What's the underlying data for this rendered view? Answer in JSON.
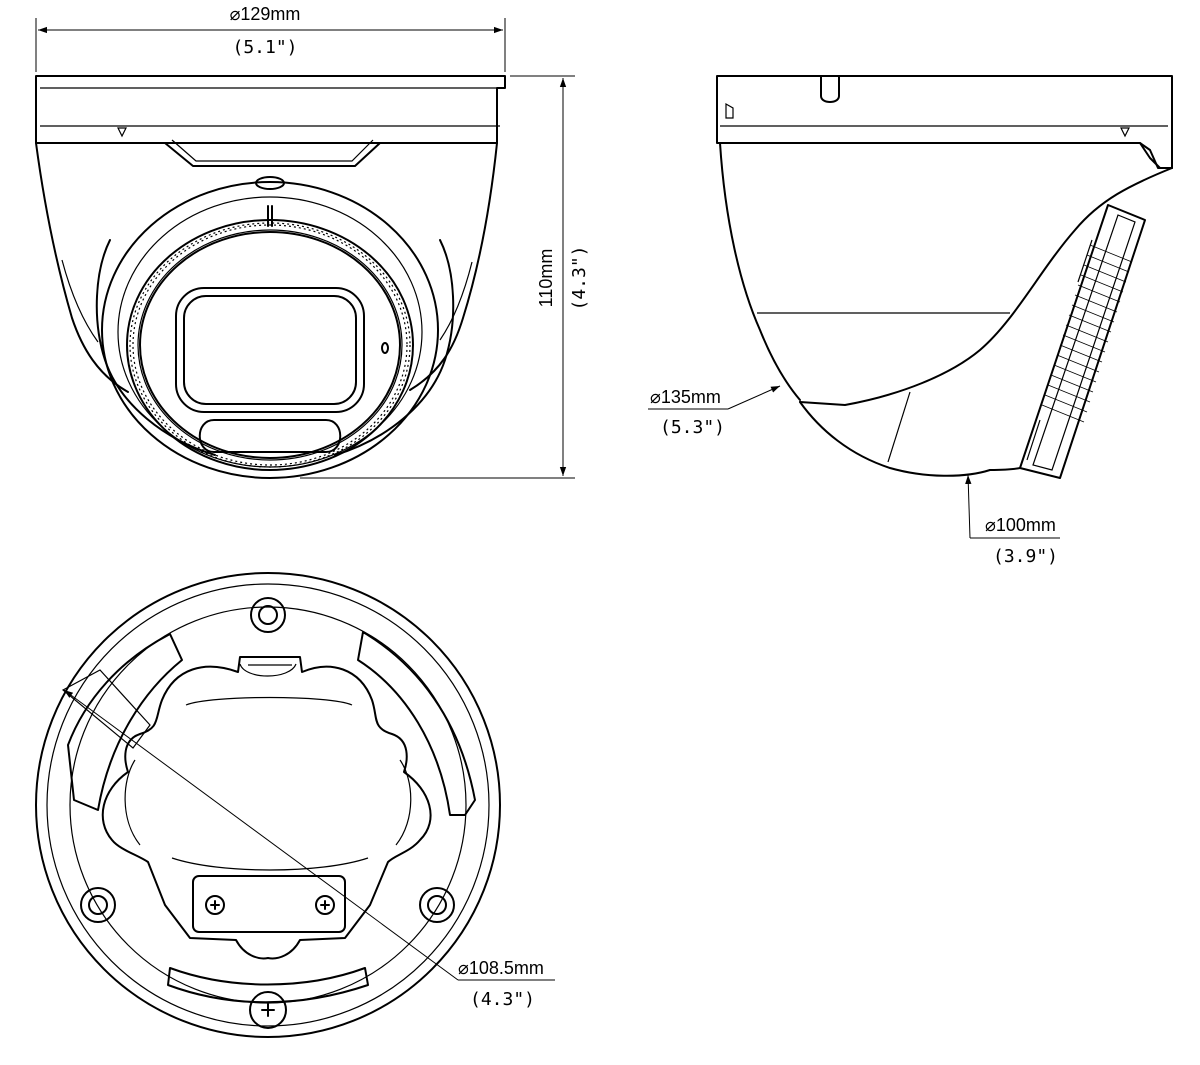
{
  "diagram": {
    "front_view": {
      "width_mm": "⌀129mm",
      "width_in": "(5.1\")",
      "height_mm": "110mm",
      "height_in": "(4.3\")"
    },
    "side_view": {
      "dome_dia_mm": "⌀135mm",
      "dome_dia_in": "(5.3\")",
      "ball_dia_mm": "⌀100mm",
      "ball_dia_in": "(3.9\")"
    },
    "base_view": {
      "mount_dia_mm": "⌀108.5mm",
      "mount_dia_in": "(4.3\")"
    }
  },
  "colors": {
    "line": "#000000",
    "background": "#ffffff"
  }
}
